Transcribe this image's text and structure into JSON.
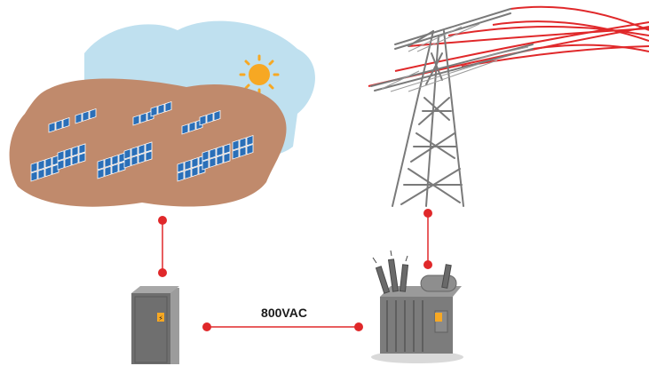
{
  "diagram": {
    "connection_label": "800VAC",
    "nodes": [
      "solar-farm",
      "inverter-cabinet",
      "transformer",
      "transmission-tower"
    ],
    "edges": [
      {
        "from": "solar-farm",
        "to": "inverter-cabinet"
      },
      {
        "from": "inverter-cabinet",
        "to": "transformer",
        "label": "800VAC"
      },
      {
        "from": "transformer",
        "to": "transmission-tower"
      }
    ]
  },
  "colors": {
    "connector": "#e0282a",
    "sky": "#bfe0ef",
    "ground": "#c08a6c",
    "panel": "#2a6fb8",
    "sun": "#f7a823",
    "cabinet": "#6f6f6f",
    "tower": "#7a7a7a"
  }
}
